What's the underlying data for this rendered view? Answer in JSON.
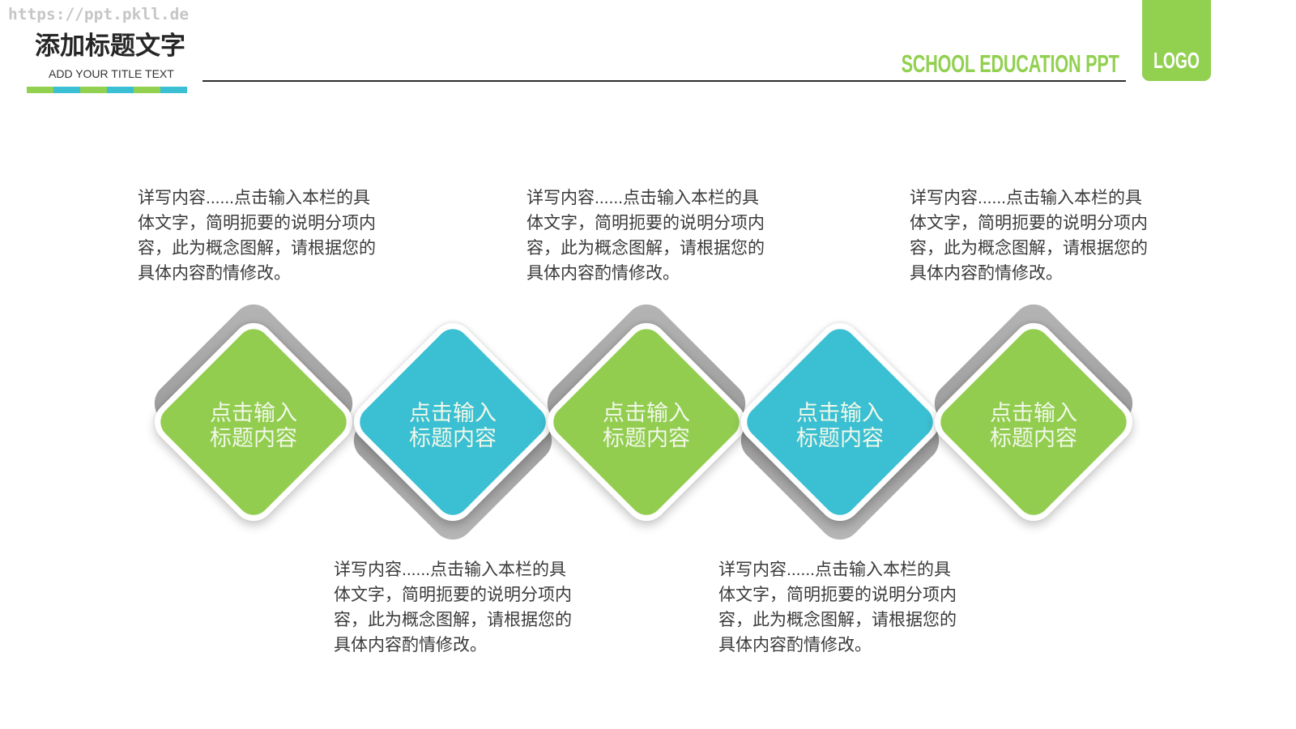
{
  "watermark": "https://ppt.pkll.de",
  "header": {
    "title": "添加标题文字",
    "subtitle": "ADD YOUR TITLE TEXT",
    "brand": "SCHOOL EDUCATION PPT",
    "logo": "LOGO"
  },
  "colors": {
    "green": "#92d050",
    "blue": "#3bbfd2",
    "shadow_gray": "#9d9d9d",
    "text": "#3a3a3a"
  },
  "colorbar": [
    "green",
    "blue",
    "green",
    "blue",
    "green",
    "blue"
  ],
  "steps": [
    {
      "color": "green",
      "line1": "点击输入",
      "line2": "标题内容"
    },
    {
      "color": "blue",
      "line1": "点击输入",
      "line2": "标题内容"
    },
    {
      "color": "green",
      "line1": "点击输入",
      "line2": "标题内容"
    },
    {
      "color": "blue",
      "line1": "点击输入",
      "line2": "标题内容"
    },
    {
      "color": "green",
      "line1": "点击输入",
      "line2": "标题内容"
    }
  ],
  "descriptions": [
    {
      "position": "top",
      "lines": [
        "详写内容......点击输入本栏的具",
        "体文字，简明扼要的说明分项内",
        "容，此为概念图解，请根据您的",
        "具体内容酌情修改。"
      ]
    },
    {
      "position": "bottom",
      "lines": [
        "详写内容......点击输入本栏的具",
        "体文字，简明扼要的说明分项内",
        "容，此为概念图解，请根据您的",
        "具体内容酌情修改。"
      ]
    },
    {
      "position": "top",
      "lines": [
        "详写内容......点击输入本栏的具",
        "体文字，简明扼要的说明分项内",
        "容，此为概念图解，请根据您的",
        "具体内容酌情修改。"
      ]
    },
    {
      "position": "bottom",
      "lines": [
        "详写内容......点击输入本栏的具",
        "体文字，简明扼要的说明分项内",
        "容，此为概念图解，请根据您的",
        "具体内容酌情修改。"
      ]
    },
    {
      "position": "top",
      "lines": [
        "详写内容......点击输入本栏的具",
        "体文字，简明扼要的说明分项内",
        "容，此为概念图解，请根据您的",
        "具体内容酌情修改。"
      ]
    }
  ]
}
